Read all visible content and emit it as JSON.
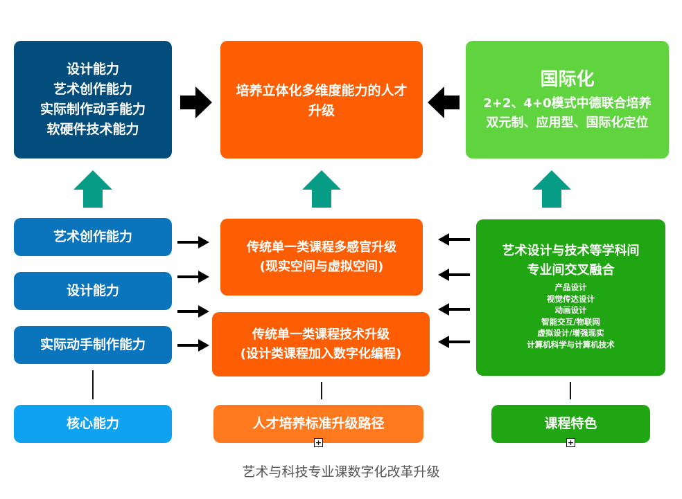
{
  "colors": {
    "dark_blue": "#034d7c",
    "mid_blue": "#0a75bd",
    "light_blue": "#0ea2f0",
    "orange": "#fe5e03",
    "light_orange": "#ff7a1e",
    "light_green": "#5fd43e",
    "green": "#20a612",
    "teal_arrow": "#069c86",
    "black_arrow": "#000000"
  },
  "top": {
    "left_box": {
      "lines": [
        "设计能力",
        "艺术创作能力",
        "实际制作动手能力",
        "软硬件技术能力"
      ]
    },
    "center_box": {
      "lines": [
        "培养立体化多维度能力的人才",
        "升级"
      ]
    },
    "right_box": {
      "title": "国际化",
      "lines": [
        "2+2、4+0模式中德联合培养",
        "双元制、应用型、国际化定位"
      ]
    }
  },
  "middle": {
    "left_boxes": [
      "艺术创作能力",
      "设计能力",
      "实际动手制作能力"
    ],
    "center_box_1": {
      "lines": [
        "传统单一类课程多感官升级",
        "(现实空间与虚拟空间)"
      ]
    },
    "center_box_2": {
      "lines": [
        "传统单一类课程技术升级",
        "(设计类课程加入数字化编程)"
      ]
    },
    "right_box": {
      "title_lines": [
        "艺术设计与技术等学科间",
        "专业间交叉融合"
      ],
      "items": [
        "产品设计",
        "视觉传达设计",
        "动画设计",
        "智能交互/物联网",
        "虚拟设计/增强现实",
        "计算机科学与计算机技术"
      ]
    }
  },
  "bottom": {
    "left_label": "核心能力",
    "center_label": "人才培养标准升级路径",
    "right_label": "课程特色"
  },
  "caption": "艺术与科技专业课数字化改革升级"
}
